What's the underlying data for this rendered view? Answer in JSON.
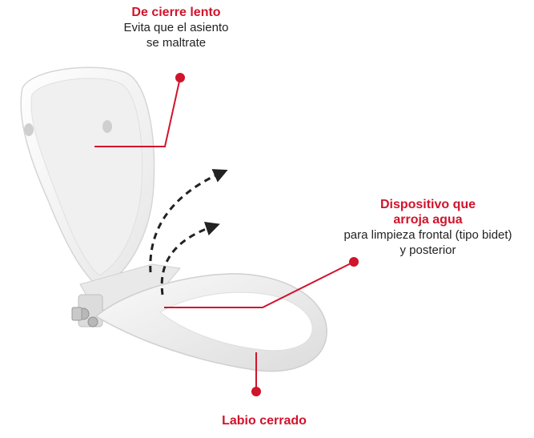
{
  "callouts": {
    "slow_close": {
      "title": "De cierre lento",
      "description_line1": "Evita que el asiento",
      "description_line2": "se maltrate"
    },
    "water_device": {
      "title_line1": "Dispositivo que",
      "title_line2": "arroja agua",
      "description_line1": "para limpieza frontal (tipo bidet)",
      "description_line2": "y posterior"
    },
    "closed_lip": {
      "title": "Labio cerrado"
    }
  },
  "colors": {
    "accent": "#d0142c",
    "text": "#222222",
    "seat": "#f3f3f3",
    "arrow": "#222222"
  },
  "icons": {
    "marker": "red-dot-icon",
    "spray": "dashed-curved-arrow-icon"
  }
}
